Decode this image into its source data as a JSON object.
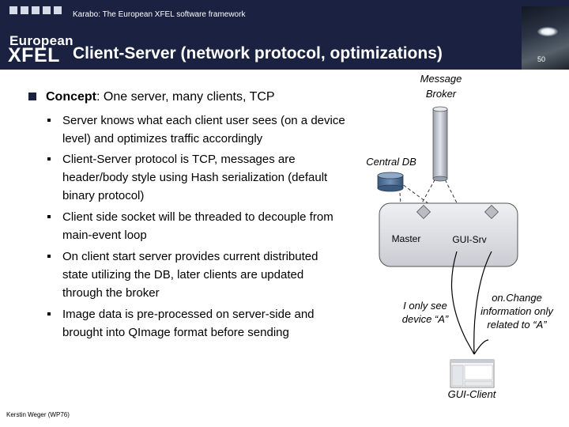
{
  "header": {
    "framework_label": "Karabo: The European XFEL software framework",
    "brand_line1": "European",
    "brand_line2": "XFEL",
    "title": "Client-Server (network protocol, optimizations)",
    "page_number": "50"
  },
  "concept": {
    "bold": "Concept",
    "text": ": One server, many clients, TCP"
  },
  "bullets": [
    "Server knows what each client user sees (on a device level) and optimizes traffic accordingly",
    "Client-Server protocol is TCP, messages are header/body style using Hash serialization (default binary protocol)",
    "Client side socket will be threaded to decouple from main-event loop",
    "On client start server provides current distributed state utilizing the DB, later clients are updated through the broker",
    "Image data is pre-processed on server-side and brought into QImage format before sending"
  ],
  "diagram": {
    "message_broker": "Message Broker",
    "central_db": "Central DB",
    "master": "Master",
    "gui_srv": "GUI-Srv",
    "only_see": "I only see device “A”",
    "onchange": "on.Change information only related to “A”",
    "gui_client": "GUI-Client"
  },
  "footer": {
    "author": "Kerstin Weger (WP76)"
  }
}
